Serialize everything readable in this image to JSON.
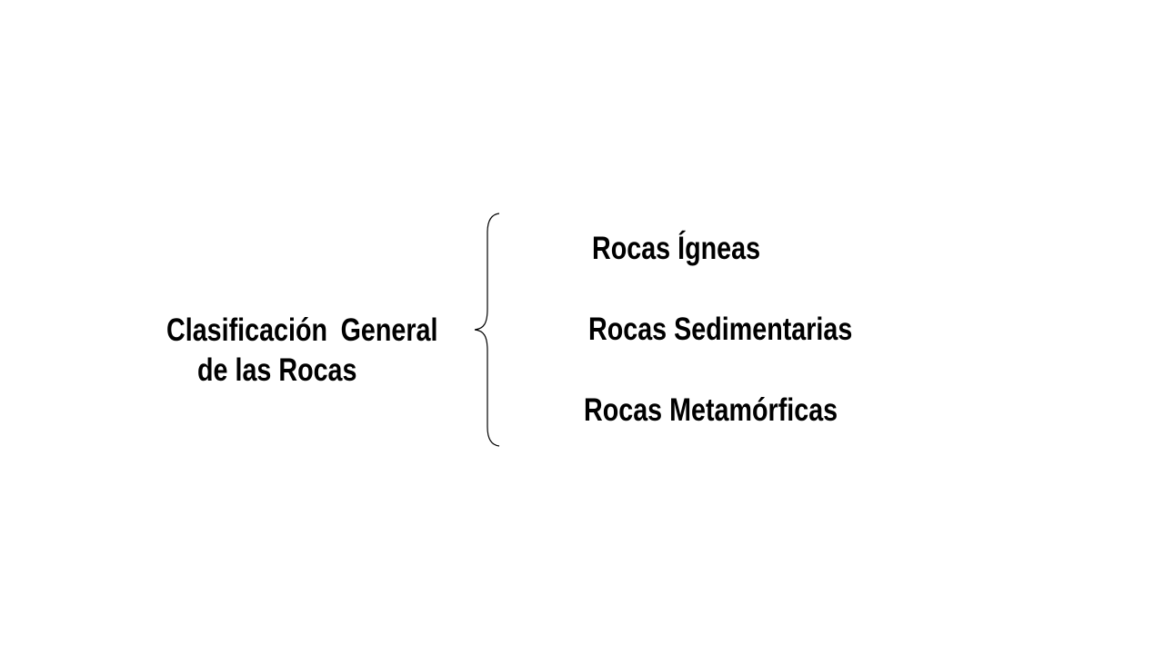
{
  "diagram": {
    "root": {
      "line_1": "Clasificación General",
      "line_2": "de las Rocas"
    },
    "branches": [
      {
        "label": "Rocas Ígneas"
      },
      {
        "label": "Rocas Sedimentarias"
      },
      {
        "label": "Rocas Metamórficas"
      }
    ],
    "colors": {
      "background": "#ffffff",
      "text": "#000000",
      "brace": "#000000"
    }
  }
}
